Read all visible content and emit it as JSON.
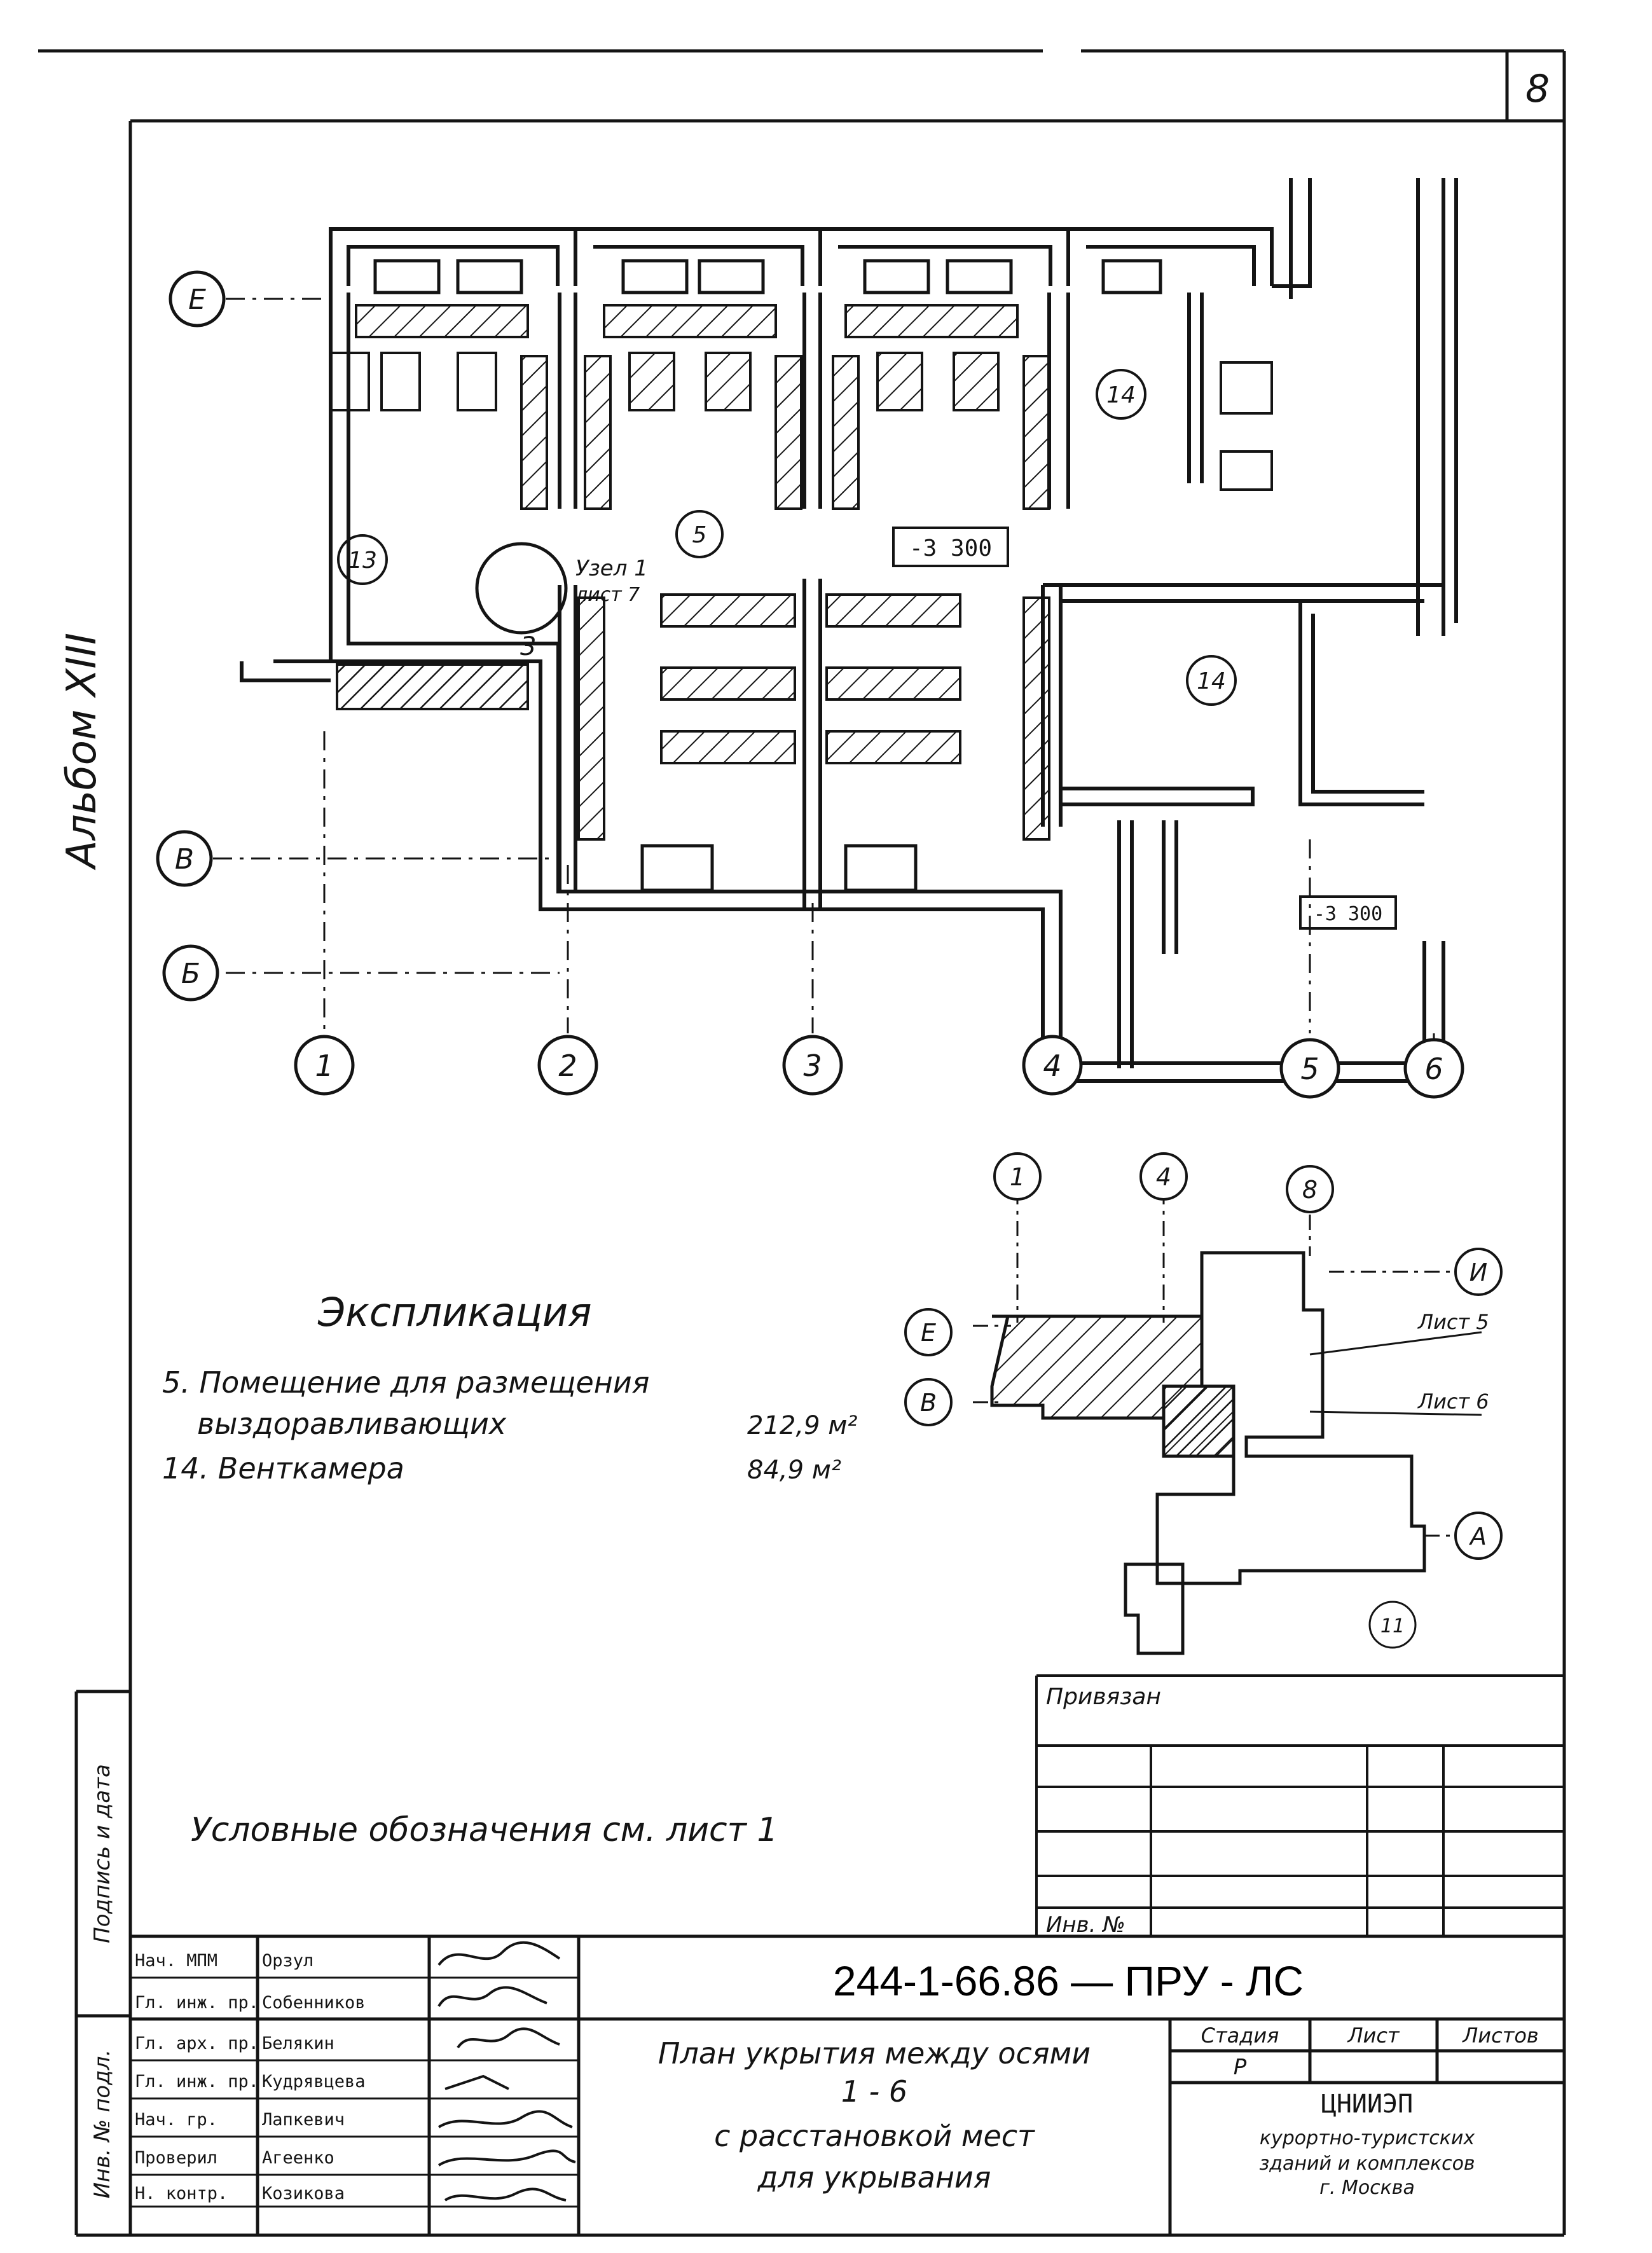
{
  "sheet": {
    "number": "8",
    "album": "Альбом XIII"
  },
  "plan": {
    "axes_cols": [
      "1",
      "2",
      "3",
      "4",
      "5",
      "6"
    ],
    "axes_rows": [
      "Е",
      "В",
      "Б"
    ],
    "rooms": {
      "r13": "13",
      "r5": "5",
      "r14a": "14",
      "r14b": "14",
      "node_label": "Узел 1",
      "node_sheet": "лист 7",
      "stair_no": "3",
      "level_main": "-3 300",
      "level_side": "-3 300"
    }
  },
  "key_plan": {
    "axes_cols": [
      "1",
      "4",
      "8"
    ],
    "axes_rows": [
      "И",
      "Е",
      "В",
      "А"
    ],
    "sheet_refs": [
      "Лист 5",
      "Лист 6"
    ],
    "mark": "11"
  },
  "explication": {
    "title": "Экспликация",
    "items": [
      {
        "line1": "5. Помещение для размещения",
        "line2": "выздоравливающих",
        "area": "212,9 м²"
      },
      {
        "line1": "14. Венткамера",
        "line2": "",
        "area": "84,9 м²"
      }
    ]
  },
  "legend_note": "Условные обозначения см. лист 1",
  "binding_table": {
    "title": "Привязан",
    "inv": "Инв. №"
  },
  "side_labels": [
    "Подпись и дата",
    "Инв. № подл."
  ],
  "title_block": {
    "code": "244-1-66.86 — ПРУ - ЛС",
    "title_lines": [
      "План укрытия между осями",
      "1 - 6",
      "с расстановкой мест",
      "для укрывания"
    ],
    "rows": [
      {
        "role": "Нач. МПМ",
        "name": "Орзул",
        "sign": ""
      },
      {
        "role": "Гл. инж. пр.",
        "name": "Собенников",
        "sign": ""
      },
      {
        "role": "Гл. арх. пр.",
        "name": "Белякин",
        "sign": ""
      },
      {
        "role": "Гл. инж. пр.",
        "name": "Кудрявцева",
        "sign": ""
      },
      {
        "role": "Нач. гр.",
        "name": "Лапкевич",
        "sign": ""
      },
      {
        "role": "Проверил",
        "name": "Агеенко",
        "sign": ""
      },
      {
        "role": "Н. контр.",
        "name": "Козикова",
        "sign": ""
      }
    ],
    "stage_header": "Стадия",
    "sheet_header": "Лист",
    "sheets_header": "Листов",
    "stage_value": "Р",
    "sheet_value": "",
    "sheets_value": "",
    "org_lines": [
      "ЦНИИЭП",
      "курортно-туристских",
      "зданий и комплексов",
      "г. Москва"
    ]
  }
}
